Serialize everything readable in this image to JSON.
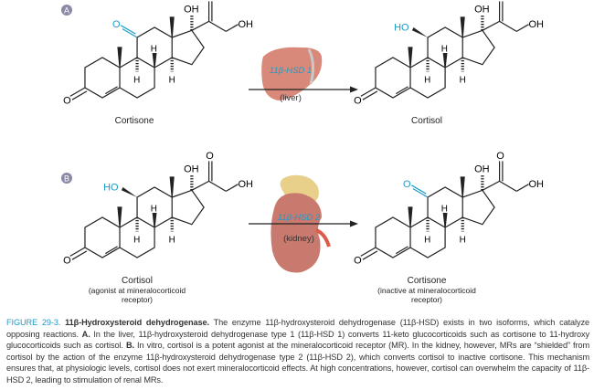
{
  "panels": [
    {
      "label": "A",
      "enzyme": "11β-HSD 1",
      "organ": "(liver)",
      "substrate": {
        "name": "Cortisone",
        "c11_group": "O"
      },
      "product": {
        "name": "Cortisol",
        "c11_group": "HO"
      }
    },
    {
      "label": "B",
      "enzyme": "11β-HSD 2",
      "organ": "(kidney)",
      "substrate": {
        "name": "Cortisol",
        "note_line1": "(agonist at mineralocorticoid",
        "note_line2": "receptor)",
        "c11_group": "HO"
      },
      "product": {
        "name": "Cortisone",
        "note_line1": "(inactive at mineralocorticoid",
        "note_line2": "receptor)",
        "c11_group": "O"
      }
    }
  ],
  "atoms": {
    "oh": "OH",
    "o": "O",
    "h": "H"
  },
  "caption": {
    "figure_number": "FIGURE 29-3.",
    "title": "11β-Hydroxysteroid dehydrogenase.",
    "body_1": " The enzyme 11β-hydroxysteroid dehydrogenase (11β-HSD) exists in two isoforms, which catalyze opposing reactions. ",
    "a": "A.",
    "body_a": " In the liver, 11β-hydroxysteroid dehydrogenase type 1 (11β-HSD 1) converts 11-keto glucocorticoids such as cortisone to 11-hydroxy glucocorticoids such as cortisol. ",
    "b": "B.",
    "body_b": " In vitro, cortisol is a potent agonist at the mineralocorticoid receptor (MR). In the kidney, however, MRs are “shielded” from cortisol by the action of the enzyme 11β-hydroxysteroid dehydrogenase type 2 (11β-HSD 2), which converts cortisol to inactive cortisone. This mechanism ensures that, at physiologic levels, cortisol does not exert mineralocorticoid effects. At high concentrations, however, cortisol can overwhelm the capacity of 11β-HSD 2, leading to stimulation of renal MRs."
  },
  "colors": {
    "accent": "#1e9bc9",
    "liver": "#d9897a",
    "kidney": "#c97a6e",
    "adrenal": "#e8cf8a"
  }
}
